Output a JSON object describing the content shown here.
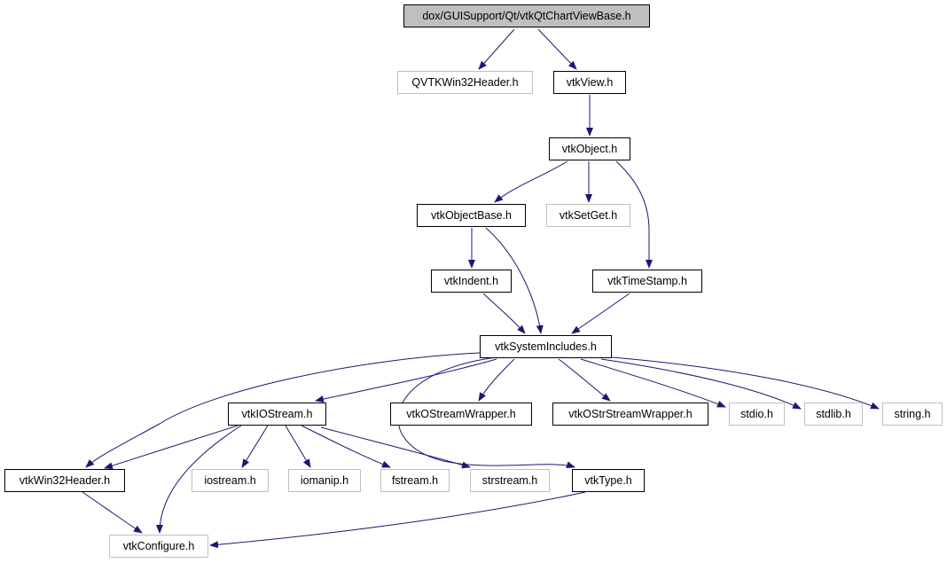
{
  "graph": {
    "edge_color": "#191970",
    "root_fill": "#bfbfbf",
    "external_border": "#bfbfbf",
    "nodes": [
      {
        "id": "root",
        "label": "dox/GUISupport/Qt/vtkQtChartViewBase.h",
        "kind": "root"
      },
      {
        "id": "qvtk",
        "label": "QVTKWin32Header.h",
        "kind": "external"
      },
      {
        "id": "vtkView",
        "label": "vtkView.h",
        "kind": "documented"
      },
      {
        "id": "vtkObject",
        "label": "vtkObject.h",
        "kind": "documented"
      },
      {
        "id": "vtkObjectBase",
        "label": "vtkObjectBase.h",
        "kind": "documented"
      },
      {
        "id": "vtkSetGet",
        "label": "vtkSetGet.h",
        "kind": "external"
      },
      {
        "id": "vtkIndent",
        "label": "vtkIndent.h",
        "kind": "documented"
      },
      {
        "id": "vtkTimeStamp",
        "label": "vtkTimeStamp.h",
        "kind": "documented"
      },
      {
        "id": "vtkSystemIncludes",
        "label": "vtkSystemIncludes.h",
        "kind": "documented"
      },
      {
        "id": "vtkIOStream",
        "label": "vtkIOStream.h",
        "kind": "documented"
      },
      {
        "id": "vtkOStreamWrapper",
        "label": "vtkOStreamWrapper.h",
        "kind": "documented"
      },
      {
        "id": "vtkOStrStreamWrapper",
        "label": "vtkOStrStreamWrapper.h",
        "kind": "documented"
      },
      {
        "id": "stdio",
        "label": "stdio.h",
        "kind": "external"
      },
      {
        "id": "stdlib",
        "label": "stdlib.h",
        "kind": "external"
      },
      {
        "id": "string",
        "label": "string.h",
        "kind": "external"
      },
      {
        "id": "vtkWin32Header",
        "label": "vtkWin32Header.h",
        "kind": "documented"
      },
      {
        "id": "iostream",
        "label": "iostream.h",
        "kind": "external"
      },
      {
        "id": "iomanip",
        "label": "iomanip.h",
        "kind": "external"
      },
      {
        "id": "fstream",
        "label": "fstream.h",
        "kind": "external"
      },
      {
        "id": "strstream",
        "label": "strstream.h",
        "kind": "external"
      },
      {
        "id": "vtkType",
        "label": "vtkType.h",
        "kind": "documented"
      },
      {
        "id": "vtkConfigure",
        "label": "vtkConfigure.h",
        "kind": "external"
      }
    ],
    "edges": [
      {
        "from": "root",
        "to": "qvtk"
      },
      {
        "from": "root",
        "to": "vtkView"
      },
      {
        "from": "vtkView",
        "to": "vtkObject"
      },
      {
        "from": "vtkObject",
        "to": "vtkObjectBase"
      },
      {
        "from": "vtkObject",
        "to": "vtkSetGet"
      },
      {
        "from": "vtkObject",
        "to": "vtkTimeStamp"
      },
      {
        "from": "vtkObjectBase",
        "to": "vtkIndent"
      },
      {
        "from": "vtkObjectBase",
        "to": "vtkSystemIncludes"
      },
      {
        "from": "vtkIndent",
        "to": "vtkSystemIncludes"
      },
      {
        "from": "vtkTimeStamp",
        "to": "vtkSystemIncludes"
      },
      {
        "from": "vtkSystemIncludes",
        "to": "vtkIOStream"
      },
      {
        "from": "vtkSystemIncludes",
        "to": "vtkOStreamWrapper"
      },
      {
        "from": "vtkSystemIncludes",
        "to": "vtkOStrStreamWrapper"
      },
      {
        "from": "vtkSystemIncludes",
        "to": "stdio"
      },
      {
        "from": "vtkSystemIncludes",
        "to": "stdlib"
      },
      {
        "from": "vtkSystemIncludes",
        "to": "string"
      },
      {
        "from": "vtkSystemIncludes",
        "to": "vtkWin32Header"
      },
      {
        "from": "vtkSystemIncludes",
        "to": "vtkType"
      },
      {
        "from": "vtkIOStream",
        "to": "vtkWin32Header"
      },
      {
        "from": "vtkIOStream",
        "to": "vtkConfigure"
      },
      {
        "from": "vtkIOStream",
        "to": "iostream"
      },
      {
        "from": "vtkIOStream",
        "to": "iomanip"
      },
      {
        "from": "vtkIOStream",
        "to": "fstream"
      },
      {
        "from": "vtkIOStream",
        "to": "strstream"
      },
      {
        "from": "vtkWin32Header",
        "to": "vtkConfigure"
      },
      {
        "from": "vtkType",
        "to": "vtkConfigure"
      }
    ]
  }
}
